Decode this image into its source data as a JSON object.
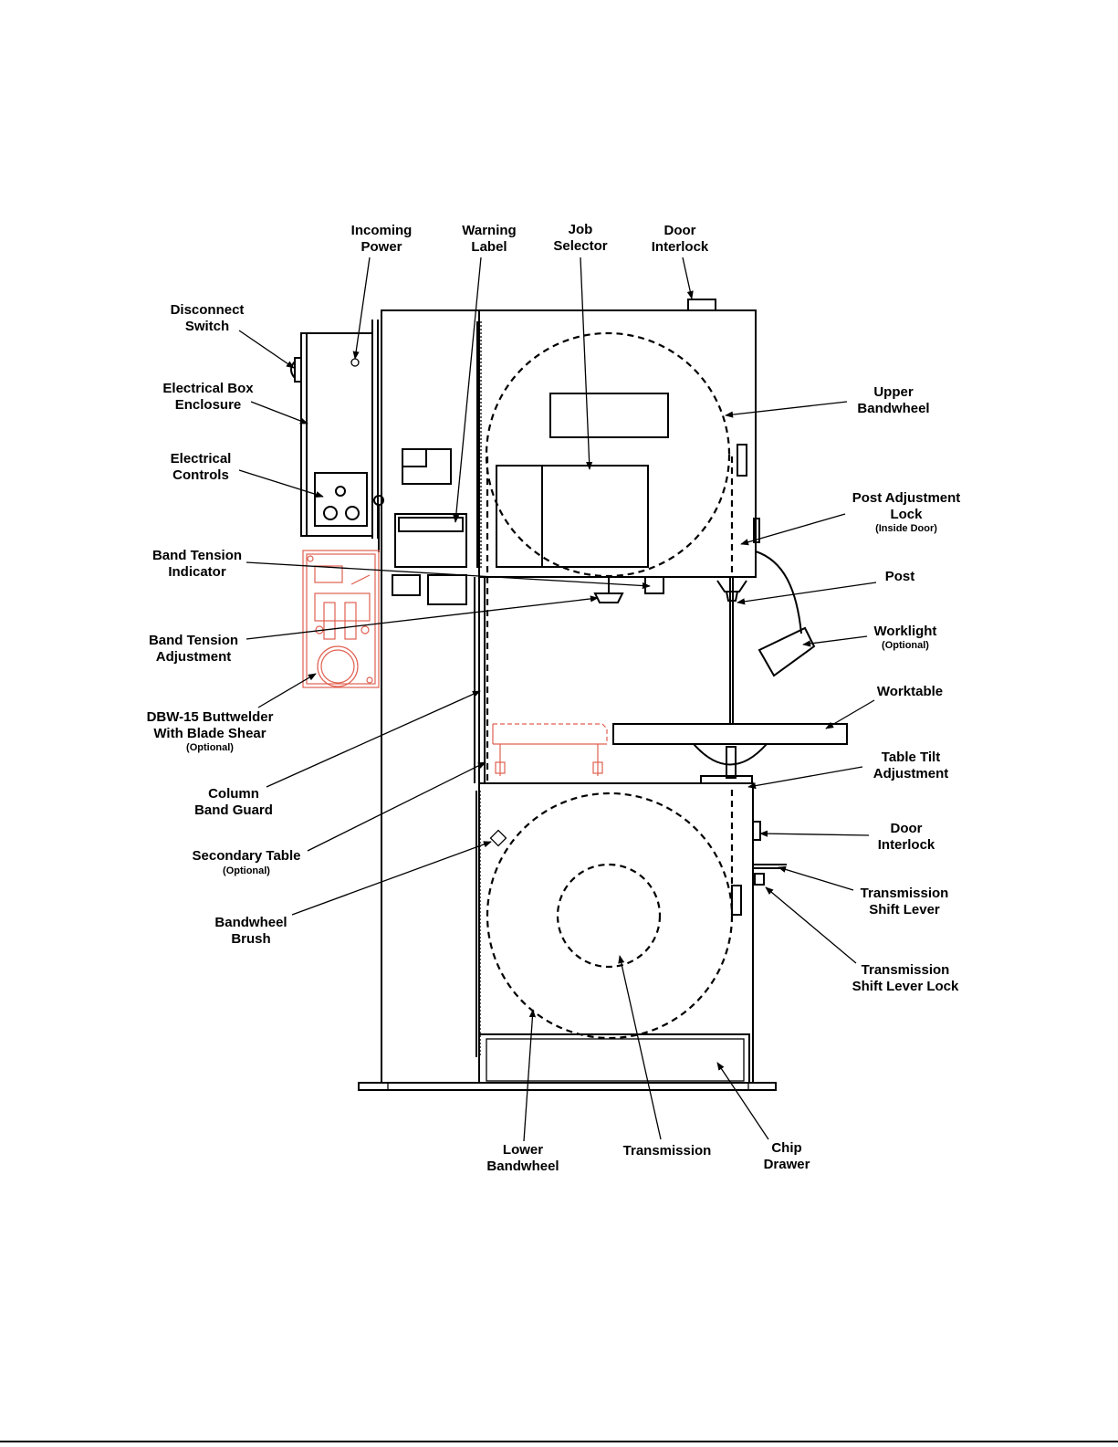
{
  "labels": {
    "incoming_power": [
      "Incoming",
      "Power"
    ],
    "warning_label": [
      "Warning",
      "Label"
    ],
    "job_selector": [
      "Job",
      "Selector"
    ],
    "door_interlock_top": [
      "Door",
      "Interlock"
    ],
    "disconnect_switch": [
      "Disconnect",
      "Switch"
    ],
    "electrical_box": [
      "Electrical Box",
      "Enclosure"
    ],
    "electrical_controls": [
      "Electrical",
      "Controls"
    ],
    "band_tension_indicator": [
      "Band Tension",
      "Indicator"
    ],
    "band_tension_adjustment": [
      "Band Tension",
      "Adjustment"
    ],
    "buttwelder": [
      "DBW-15 Buttwelder",
      "With Blade Shear"
    ],
    "buttwelder_note": "(Optional)",
    "column_band_guard": [
      "Column",
      "Band Guard"
    ],
    "secondary_table": "Secondary Table",
    "secondary_table_note": "(Optional)",
    "bandwheel_brush": [
      "Bandwheel",
      "Brush"
    ],
    "upper_bandwheel": [
      "Upper",
      "Bandwheel"
    ],
    "post_adjustment_lock": [
      "Post Adjustment",
      "Lock"
    ],
    "post_adjustment_lock_note": "(Inside Door)",
    "post": "Post",
    "worklight": "Worklight",
    "worklight_note": "(Optional)",
    "worktable": "Worktable",
    "table_tilt": [
      "Table Tilt",
      "Adjustment"
    ],
    "door_interlock_bottom": [
      "Door",
      "Interlock"
    ],
    "transmission_shift_lever": [
      "Transmission",
      "Shift Lever"
    ],
    "transmission_shift_lever_lock": [
      "Transmission",
      "Shift Lever Lock"
    ],
    "lower_bandwheel": [
      "Lower",
      "Bandwheel"
    ],
    "transmission": "Transmission",
    "chip_drawer": [
      "Chip",
      "Drawer"
    ]
  },
  "colors": {
    "lines": "#000000",
    "optional_parts": "#e06050"
  }
}
